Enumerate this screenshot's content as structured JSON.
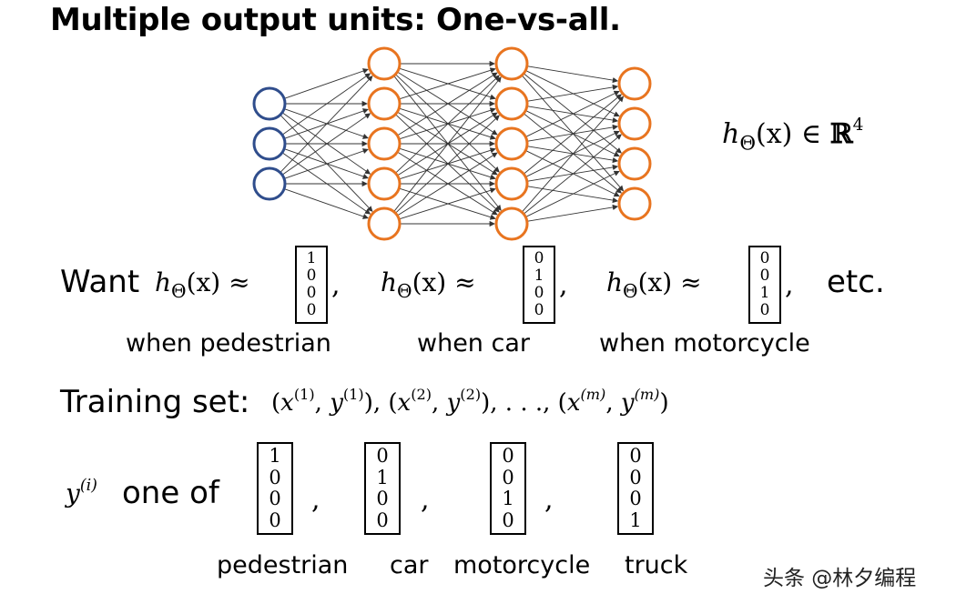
{
  "title": "Multiple output units: One-vs-all.",
  "network": {
    "layers": [
      {
        "units": 3,
        "color": "#2f4d8c"
      },
      {
        "units": 5,
        "color": "#e8741f"
      },
      {
        "units": 5,
        "color": "#e8741f"
      },
      {
        "units": 4,
        "color": "#e8741f"
      }
    ],
    "edge_color": "#333333"
  },
  "hypothesis": {
    "h": "h",
    "theta": "Θ",
    "arg": "(x)",
    "in_symbol": "∈",
    "set": "ℝ",
    "exp": "4"
  },
  "want": {
    "label": "Want",
    "approx": "≈",
    "etc": "etc.",
    "vectors": [
      {
        "values": [
          "1",
          "0",
          "0",
          "0"
        ],
        "caption": "when pedestrian"
      },
      {
        "values": [
          "0",
          "1",
          "0",
          "0"
        ],
        "caption": "when car"
      },
      {
        "values": [
          "0",
          "0",
          "1",
          "0"
        ],
        "caption": "when motorcycle"
      }
    ]
  },
  "training": {
    "label": "Training set:",
    "pairs": [
      "(1)",
      "(2)",
      "(m)"
    ],
    "ellipsis": ". . ."
  },
  "targets": {
    "y": "y",
    "sup": "(i)",
    "one_of": "one of",
    "vectors": [
      {
        "values": [
          "1",
          "0",
          "0",
          "0"
        ],
        "caption": "pedestrian"
      },
      {
        "values": [
          "0",
          "1",
          "0",
          "0"
        ],
        "caption": "car"
      },
      {
        "values": [
          "0",
          "0",
          "1",
          "0"
        ],
        "caption": "motorcycle"
      },
      {
        "values": [
          "0",
          "0",
          "0",
          "1"
        ],
        "caption": "truck"
      }
    ]
  },
  "watermark": "头条 @林夕编程"
}
